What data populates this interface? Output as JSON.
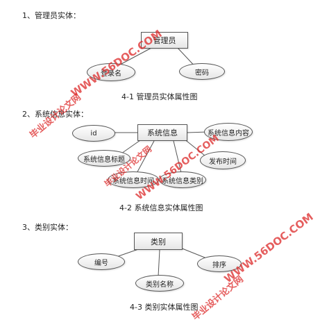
{
  "sections": [
    {
      "heading": "1、管理员实体：",
      "entity": "管理员",
      "attributes": [
        "登录名",
        "密码"
      ],
      "caption": "4-1 管理员实体属性图"
    },
    {
      "heading": "2、系统信息实体：",
      "entity": "系统信息",
      "attributes": [
        "id",
        "系统信息内容",
        "系统信息标题",
        "发布时间",
        "系统信息时间",
        "系统信息类别"
      ],
      "caption": "4-2 系统信息实体属性图"
    },
    {
      "heading": "3、类别实体：",
      "entity": "类别",
      "attributes": [
        "编号",
        "排序",
        "类别名称"
      ],
      "caption": "4-3 类别实体属性图"
    }
  ],
  "watermarks": [
    "WWW.56DOC.COM",
    "毕业设计论文网"
  ]
}
